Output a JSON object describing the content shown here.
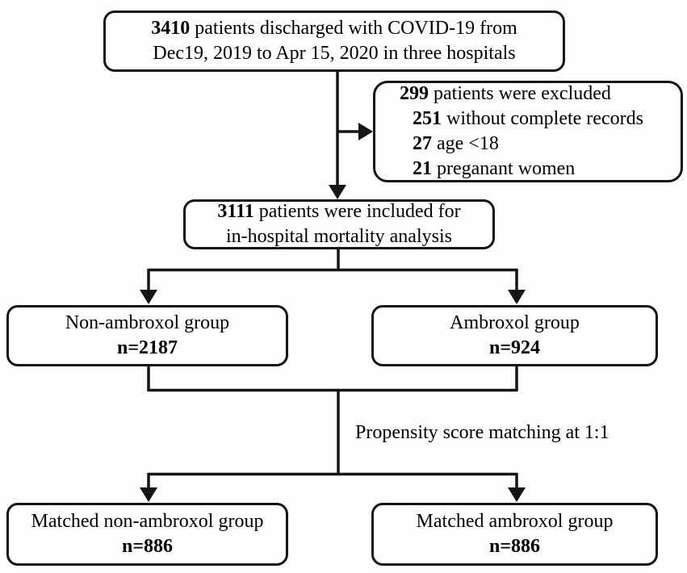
{
  "figure": {
    "ink_color": "#151515",
    "background_color": "#fdfdfd",
    "top_box": {
      "bold1": "3410",
      "text1": " patients discharged with COVID-19 from",
      "line2": "Dec19, 2019 to Apr 15, 2020 in three hospitals"
    },
    "excluded_box": {
      "lines": [
        {
          "num": "299",
          "text": " patients were excluded"
        },
        {
          "num": "251",
          "text": " without complete records"
        },
        {
          "num": "27",
          "text": " age <18"
        },
        {
          "num": "21",
          "text": " preganant women"
        }
      ]
    },
    "included_box": {
      "bold1": "3111",
      "text1": " patients were included for",
      "line2": "in-hospital mortality analysis"
    },
    "non_ambroxol_box": {
      "title": "Non-ambroxol group",
      "n": "n=2187"
    },
    "ambroxol_box": {
      "title": "Ambroxol group",
      "n": "n=924"
    },
    "psm_label": "Propensity score matching at 1:1",
    "matched_non_ambroxol_box": {
      "title": "Matched non-ambroxol group",
      "n": "n=886"
    },
    "matched_ambroxol_box": {
      "title": "Matched ambroxol group",
      "n": "n=886"
    }
  }
}
